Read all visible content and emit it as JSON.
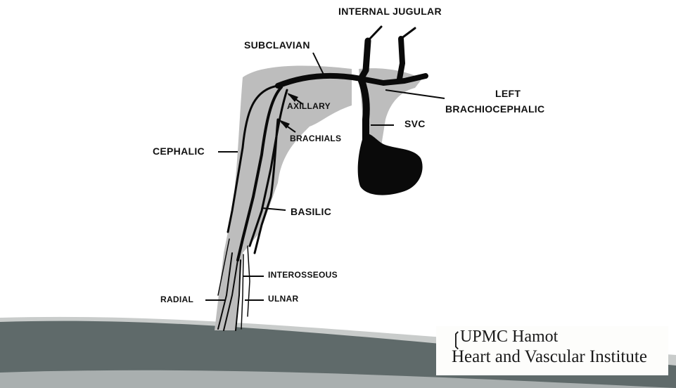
{
  "labels": {
    "internal_jugular": "INTERNAL  JUGULAR",
    "subclavian": "SUBCLAVIAN",
    "left_brachiocephalic_1": "LEFT",
    "left_brachiocephalic_2": "BRACHIOCEPHALIC",
    "axillary": "AXILLARY",
    "svc": "SVC",
    "brachials": "BRACHIALS",
    "cephalic": "CEPHALIC",
    "basilic": "BASILIC",
    "interosseous": "INTEROSSEOUS",
    "radial": "RADIAL",
    "ulnar": "ULNAR"
  },
  "logo": {
    "line1": "UPMC Hamot",
    "line2": "Heart and Vascular Institute"
  },
  "colors": {
    "vein_dark": "#0a0a0a",
    "shadow_gray": "#bdbdbd",
    "band_dark": "#5f6a6a",
    "band_light": "#c9cccb"
  }
}
